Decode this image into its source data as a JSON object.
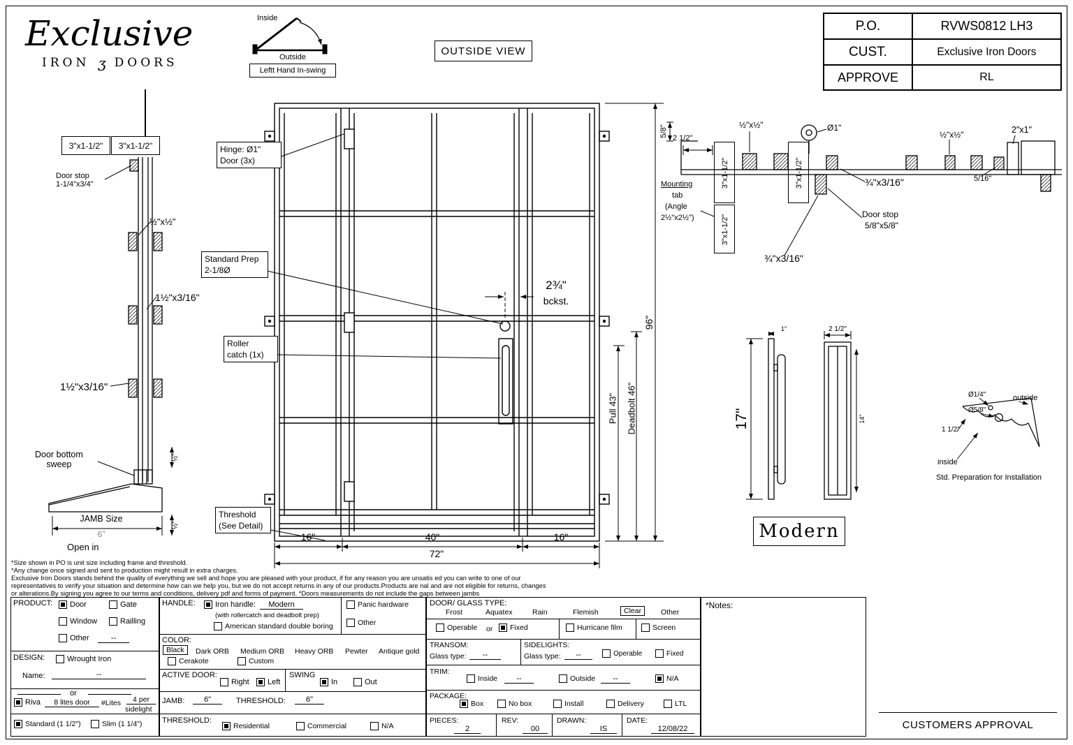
{
  "title_block": {
    "po_label": "P.O.",
    "po_value": "RVWS0812 LH3",
    "cust_label": "CUST.",
    "cust_value": "Exclusive Iron Doors",
    "approve_label": "APPROVE",
    "approve_value": "RL"
  },
  "logo": {
    "script": "Exclusive",
    "iron": "IRON",
    "amp": "ʒ",
    "doors": "DOORS"
  },
  "swing_diag": {
    "inside": "Inside",
    "outside": "Outside",
    "caption": "Leftt Hand In-swing"
  },
  "view_label": "OUTSIDE VIEW",
  "door": {
    "hinge1": "Hinge: Ø1\"",
    "hinge2": "Door (3x)",
    "prep1": "Standard Prep",
    "prep2": "2-1/8Ø",
    "roller1": "Roller",
    "roller2": "catch (1x)",
    "thresh1": "Threshold",
    "thresh2": "(See Detail)",
    "backset1": "2¾\"",
    "backset2": "bckst.",
    "dim_left": "16\"",
    "dim_mid": "40\"",
    "dim_right": "16\"",
    "dim_total": "72\"",
    "dim_h": "96\"",
    "pull": "Pull 43\"",
    "deadbolt": "Deadbolt 46\""
  },
  "jamb": {
    "box": "3\"x1-1/2\"",
    "stop1": "Door stop",
    "stop2": "1-1/4\"x3/4\"",
    "d1": "½\"x½\"",
    "d2": "1½\"x3/16\"",
    "d3": "1½\"x3/16\"",
    "sweep1": "Door bottom",
    "sweep2": "sweep",
    "half": "½\"",
    "size_label": "JAMB Size",
    "size_value": "6\"",
    "open_label": "Open in"
  },
  "head": {
    "d58": "5/8\"",
    "d212": "2 1/2\"",
    "dhalf": "½\"x½\"",
    "dia": "Ø1\"",
    "box": "3\"x1-1/2\"",
    "m1": "Mounting",
    "m2": "tab",
    "m3": "(Angle",
    "m4": "2½\"x2½\")",
    "d34": "¾\"x3/16\"",
    "stop1": "Door stop",
    "stop2": "5/8\"x5/8\"",
    "d2x1": "2\"x1\"",
    "d516": "5/16\""
  },
  "handle_detail": {
    "h": "17\"",
    "w": "2 1/2\"",
    "d": "1\"",
    "inner": "14\"",
    "style": "Modern"
  },
  "prep": {
    "d14": "Ø1/4\"",
    "d58": "Ø5/8\"",
    "off": "1 1/2\"",
    "outside": "outside",
    "inside": "inside",
    "caption": "Std. Preparation for Installation"
  },
  "fine_print": [
    "*Size shown in PO is unit size including frame and threshold.",
    "*Any change once signed and sent to production might result in extra charges.",
    "Exclusive Iron Doors stands behind the quality of everything we sell and hope you are pleased with your product, if for any reason you are unsatis ed you can write to one of our",
    "representatives to verify your situation and determine how can we help you, but we do not accept returns in any of our products.Products are  nal and are not eligible for returns, changes",
    "or alterations.By signing you agree to our terms and conditions, delivery pdf and forms of payment. *Doors measurements do not include the gaps between jambs"
  ],
  "form": {
    "product": {
      "label": "PRODUCT:",
      "door": "Door",
      "gate": "Gate",
      "window": "Window",
      "railling": "Railling",
      "other": "Other",
      "other_value": "--"
    },
    "design": {
      "label": "DESIGN:",
      "wrought": "Wrought Iron",
      "name_label": "Name:",
      "name_value": "--",
      "or_word": "or"
    },
    "riva": {
      "label": "Riva",
      "value": "8 lites door",
      "lites_label": "#Lites",
      "lites_value": "4 per",
      "lites_value2": "sidelight"
    },
    "thickness": {
      "standard": "Standard (1 1/2\")",
      "slim": "Slim (1 1/4\")"
    },
    "handle": {
      "label": "HANDLE:",
      "iron": "Iron handle:",
      "iron_value": "Modern",
      "note": "(with rollercatch and deadbolt prep)",
      "american": "American standard double boring",
      "panic": "Panic hardware",
      "other": "Other"
    },
    "color": {
      "label": "COLOR:",
      "black": "Black",
      "dark": "Dark ORB",
      "medium": "Medium ORB",
      "heavy": "Heavy ORB",
      "pewter": "Pewter",
      "antique": "Antique gold",
      "cerakote": "Cerakote",
      "custom": "Custom"
    },
    "active": {
      "label": "ACTIVE DOOR:",
      "right": "Right",
      "left": "Left"
    },
    "swing": {
      "label": "SWING",
      "sin": "In",
      "sout": "Out"
    },
    "jamb": {
      "label": "JAMB:",
      "value": "6\""
    },
    "thr_size": {
      "label": "THRESHOLD:",
      "value": "6\""
    },
    "thr_type": {
      "label": "THRESHOLD:",
      "residential": "Residential",
      "commercial": "Commercial",
      "na": "N/A"
    },
    "glass": {
      "label": "DOOR/ GLASS TYPE:",
      "frost": "Frost",
      "aquatex": "Aquatex",
      "rain": "Rain",
      "flemish": "Flemish",
      "clear": "Clear",
      "other": "Other",
      "operable": "Operable",
      "or_word": "or",
      "fixed": "Fixed",
      "hurricane": "Hurricane film",
      "screen": "Screen"
    },
    "transom": {
      "label": "TRANSOM:",
      "glass_label": "Glass type:",
      "value": "--"
    },
    "sidelights": {
      "label": "SIDELIGHTS:",
      "glass_label": "Glass type:",
      "value": "--",
      "operable": "Operable",
      "fixed": "Fixed"
    },
    "trim": {
      "label": "TRIM:",
      "inside": "Inside",
      "inside_value": "--",
      "outside": "Outside",
      "outside_value": "--",
      "na": "N/A"
    },
    "package": {
      "label": "PACKAGE:",
      "box": "Box",
      "no_box": "No box",
      "install": "Install",
      "delivery": "Delivery",
      "ltl": "LTL"
    },
    "pieces": {
      "label": "PIECES:",
      "value": "2"
    },
    "rev": {
      "label": "REV:",
      "value": "00"
    },
    "drawn": {
      "label": "DRAWN:",
      "value": "IS"
    },
    "date": {
      "label": "DATE:",
      "value": "12/08/22"
    },
    "notes_label": "*Notes:",
    "approval": "CUSTOMERS APPROVAL"
  },
  "checks": {
    "door": true,
    "gate": false,
    "window": false,
    "railling": false,
    "other": false,
    "wrought": false,
    "riva": true,
    "standard": true,
    "slim": false,
    "iron_handle": true,
    "american": false,
    "panic": false,
    "handle_other": false,
    "cerakote": false,
    "custom": false,
    "right": false,
    "left": true,
    "swing_in": true,
    "swing_out": false,
    "residential": true,
    "commercial": false,
    "thr_na": false,
    "operable": false,
    "fixed": true,
    "hurricane": false,
    "screen": false,
    "sl_operable": false,
    "sl_fixed": false,
    "trim_inside": false,
    "trim_outside": false,
    "trim_na": true,
    "pkg_box": true,
    "no_box": false,
    "install": false,
    "delivery": false,
    "ltl": false
  }
}
